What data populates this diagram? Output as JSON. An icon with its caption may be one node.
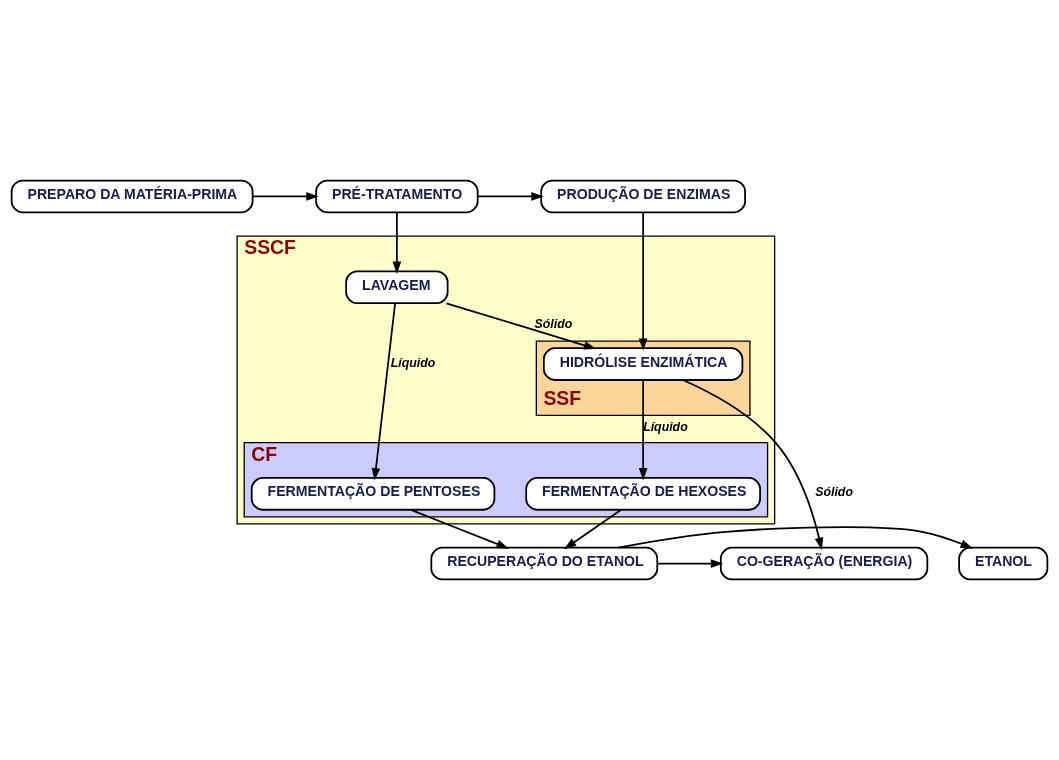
{
  "diagram": {
    "nodes": [
      {
        "text": [
          "PREPARO DA MATÉRIA-PRIMA"
        ]
      },
      {
        "text": [
          "PRÉ-TRATAMENTO"
        ]
      },
      {
        "text": [
          "PRODUÇÃO DE ENZIMAS"
        ]
      },
      {
        "text": [
          "SSCF"
        ]
      },
      {
        "text": [
          "LAVAGEM"
        ],
        "in": 3
      },
      {
        "text": [
          "SSF"
        ],
        "in": 3
      },
      {
        "text": [
          "HIDRÓLISE ENZIMÁTICA"
        ],
        "in": 5
      },
      {
        "text": [
          "CF"
        ],
        "in": 3
      },
      {
        "text": [
          "FERMENTAÇÃO DE PENTOSES"
        ],
        "in": 7
      },
      {
        "text": [
          "FERMENTAÇÃO DE HEXOSES"
        ],
        "in": 7
      },
      {
        "text": [
          "ETANOL"
        ]
      },
      {
        "text": [
          "RECUPERAÇÃO DO ETANOL"
        ]
      },
      {
        "text": [
          "CO-GERAÇÃO (ENERGIA)"
        ]
      }
    ],
    "edges": [
      {
        "from": 0,
        "to": 1,
        "arrow": "to"
      },
      {
        "from": 1,
        "to": 2,
        "arrow": "to"
      },
      {
        "from": 1,
        "to": 4,
        "arrow": "to"
      },
      {
        "from": 4,
        "to": 8,
        "label": "Líquido",
        "arrow": "to"
      },
      {
        "from": 4,
        "to": 6,
        "label": "Sólido",
        "arrow": "to"
      },
      {
        "from": 2,
        "to": 6,
        "arrow": "to"
      },
      {
        "from": 6,
        "to": 9,
        "label": "Líquido",
        "arrow": "to"
      },
      {
        "from": 6,
        "to": 12,
        "label": "Sólido",
        "arrow": "to"
      },
      {
        "from": 8,
        "to": 11,
        "arrow": "to"
      },
      {
        "from": 9,
        "to": 11,
        "arrow": "to"
      },
      {
        "from": 11,
        "to": 10,
        "arrow": "to"
      },
      {
        "from": 11,
        "to": 12,
        "arrow": "to"
      }
    ]
  }
}
